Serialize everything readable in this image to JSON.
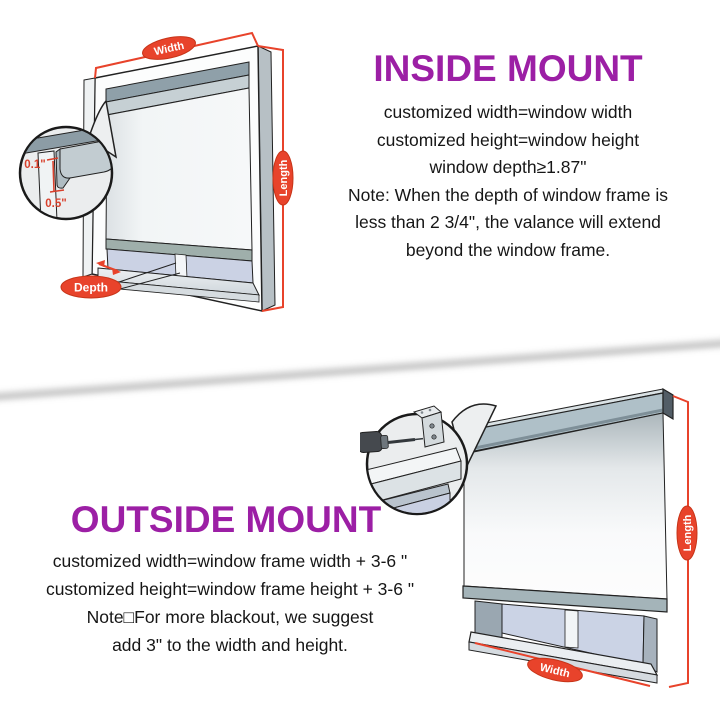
{
  "colors": {
    "accent_purple": "#9C1FA5",
    "accent_orange": "#E8432B",
    "measure_red": "#D8402C",
    "ink": "#161616"
  },
  "inside": {
    "title": "INSIDE MOUNT",
    "lines": [
      "customized width=window width",
      "customized height=window height",
      "window depth≥1.87\"",
      "Note: When the depth of window frame is",
      "less than 2 3/4\", the valance will extend",
      "beyond the window frame."
    ],
    "labels": {
      "width": "Width",
      "length": "Length",
      "depth": "Depth"
    },
    "inset": {
      "gap_top": "0.1\"",
      "gap_side": "0.5\""
    }
  },
  "outside": {
    "title": "OUTSIDE MOUNT",
    "lines": [
      "customized width=window frame width + 3-6 \"",
      "customized height=window frame height + 3-6 \"",
      "Note□For more blackout, we suggest",
      "add 3\" to the width and height."
    ],
    "labels": {
      "width": "Width",
      "length": "Length"
    }
  }
}
